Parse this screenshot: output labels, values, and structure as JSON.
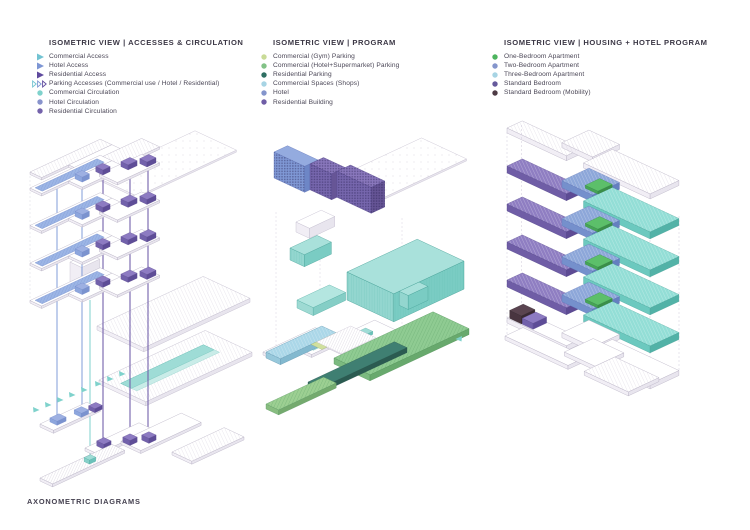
{
  "page": {
    "footer": "AXONOMETRIC DIAGRAMS"
  },
  "legends": [
    {
      "title": "ISOMETRIC VIEW | ACCESSES & CIRCULATION",
      "items": [
        {
          "icon": "triangle",
          "color": "#72c3d2",
          "label": "Commercial Access"
        },
        {
          "icon": "triangle",
          "color": "#7d96d4",
          "label": "Hotel Access"
        },
        {
          "icon": "triangle",
          "color": "#5f4a9e",
          "label": "Residential Access"
        },
        {
          "icon": "triangle-outline-x3",
          "colors": [
            "#72c3d2",
            "#7d96d4",
            "#5f4a9e"
          ],
          "label": "Parking Accesses (Commercial use / Hotel / Residential)"
        },
        {
          "icon": "dot",
          "color": "#7fd2cc",
          "label": "Commercial Circulation"
        },
        {
          "icon": "dot",
          "color": "#8893cc",
          "label": "Hotel Circulation"
        },
        {
          "icon": "dot",
          "color": "#7462ab",
          "label": "Residential Circulation"
        }
      ]
    },
    {
      "title": "ISOMETRIC VIEW | PROGRAM",
      "items": [
        {
          "icon": "dot",
          "color": "#c9db97",
          "label": "Commercial (Gym) Parking"
        },
        {
          "icon": "dot",
          "color": "#82c287",
          "label": "Commercial (Hotel+Supermarket) Parking"
        },
        {
          "icon": "dot",
          "color": "#2e6f62",
          "label": "Residential Parking"
        },
        {
          "icon": "dot",
          "color": "#a7d4e4",
          "label": "Commercial Spaces (Shops)"
        },
        {
          "icon": "dot",
          "color": "#8495cc",
          "label": "Hotel"
        },
        {
          "icon": "dot",
          "color": "#6f5da6",
          "label": "Residential Building"
        }
      ]
    },
    {
      "title": "ISOMETRIC VIEW | HOUSING + HOTEL PROGRAM",
      "items": [
        {
          "icon": "dot",
          "color": "#4db45e",
          "label": "One-Bedroom Apartment"
        },
        {
          "icon": "dot",
          "color": "#8495cc",
          "label": "Two-Bedroom Apartment"
        },
        {
          "icon": "dot",
          "color": "#a7d4e4",
          "label": "Three-Bedroom Apartment"
        },
        {
          "icon": "dot",
          "color": "#665a9c",
          "label": "Standard Bedroom"
        },
        {
          "icon": "dot",
          "color": "#4d3a44",
          "label": "Standard Bedroom (Mobility)"
        }
      ]
    }
  ]
}
